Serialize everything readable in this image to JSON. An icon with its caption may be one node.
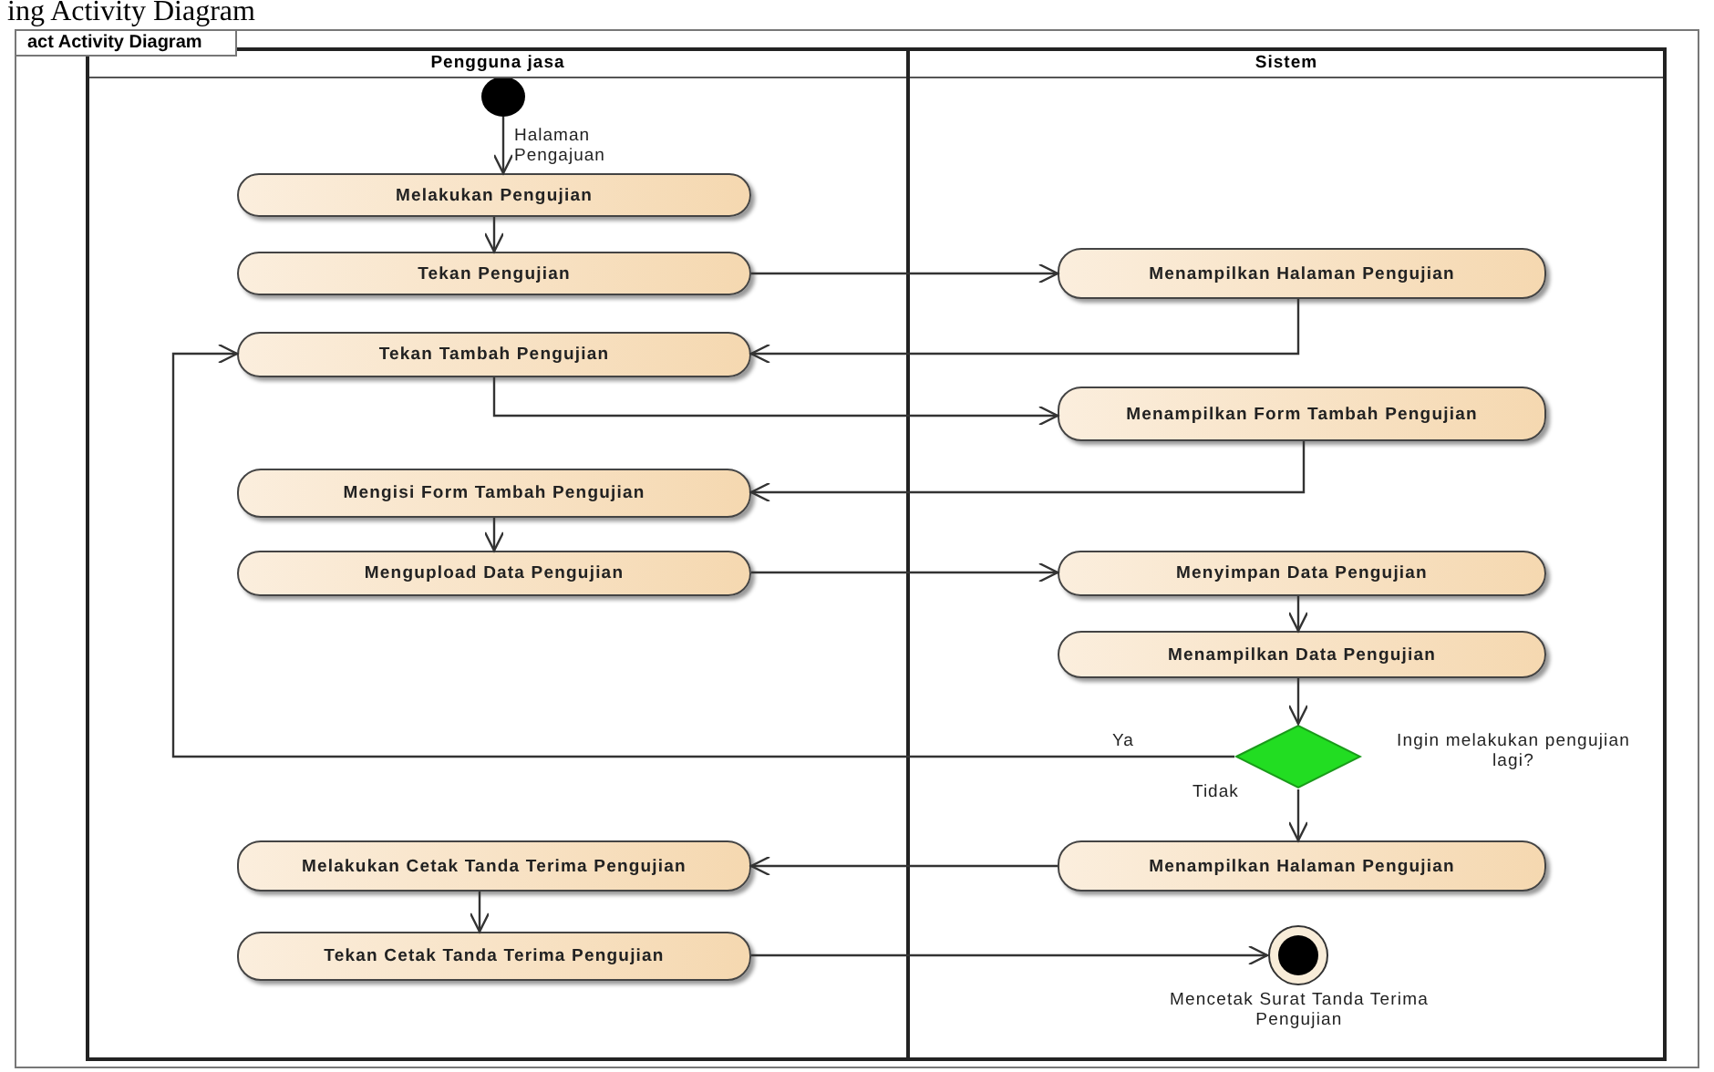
{
  "diagram": {
    "title": "ing Activity Diagram",
    "nodes": [
      {
        "text": [
          "act Activity Diagram"
        ]
      },
      {
        "text": [
          "Pengguna jasa"
        ],
        "in": 0
      },
      {
        "text": [
          "Sistem"
        ],
        "in": 0
      },
      {
        "text": [],
        "shape": "circle",
        "in": 1
      },
      {
        "text": [
          "Melakukan Pengujian"
        ],
        "in": 1
      },
      {
        "text": [
          "Tekan Pengujian"
        ],
        "in": 1
      },
      {
        "text": [
          "Tekan Tambah Pengujian"
        ],
        "in": 1
      },
      {
        "text": [
          "Mengisi Form Tambah Pengujian"
        ],
        "in": 1
      },
      {
        "text": [
          "Mengupload Data Pengujian"
        ],
        "in": 1
      },
      {
        "text": [
          "Melakukan Cetak Tanda Terima Pengujian"
        ],
        "in": 1
      },
      {
        "text": [
          "Tekan Cetak Tanda Terima Pengujian"
        ],
        "in": 1
      },
      {
        "text": [
          "Menampilkan Halaman Pengujian"
        ],
        "in": 2
      },
      {
        "text": [
          "Menampilkan Form Tambah Pengujian"
        ],
        "in": 2
      },
      {
        "text": [
          "Menyimpan Data Pengujian"
        ],
        "in": 2
      },
      {
        "text": [
          "Menampilkan Data Pengujian"
        ],
        "in": 2
      },
      {
        "text": [],
        "shape": "diamond",
        "in": 2,
        "beside": [
          "Ingin melakukan pengujian lagi?"
        ]
      },
      {
        "text": [
          "Menampilkan Halaman Pengujian"
        ],
        "in": 2
      },
      {
        "text": [],
        "shape": "circle",
        "in": 2,
        "beside": [
          "Mencetak Surat Tanda Terima Pengujian"
        ]
      }
    ],
    "edges": [
      {
        "from": 3,
        "to": 4,
        "arrow": "to",
        "label": "Halaman Pengajuan"
      },
      {
        "from": 4,
        "to": 5,
        "arrow": "to"
      },
      {
        "from": 5,
        "to": 11,
        "arrow": "to"
      },
      {
        "from": 11,
        "to": 6,
        "arrow": "to"
      },
      {
        "from": 6,
        "to": 12,
        "arrow": "to"
      },
      {
        "from": 12,
        "to": 7,
        "arrow": "to"
      },
      {
        "from": 7,
        "to": 8,
        "arrow": "to"
      },
      {
        "from": 8,
        "to": 13,
        "arrow": "to"
      },
      {
        "from": 13,
        "to": 14,
        "arrow": "to"
      },
      {
        "from": 14,
        "to": 15,
        "arrow": "to"
      },
      {
        "from": 15,
        "to": 6,
        "arrow": "to",
        "label": "Ya"
      },
      {
        "from": 15,
        "to": 16,
        "arrow": "to",
        "label": "Tidak"
      },
      {
        "from": 16,
        "to": 9,
        "arrow": "to"
      },
      {
        "from": 9,
        "to": 10,
        "arrow": "to"
      },
      {
        "from": 10,
        "to": 17,
        "arrow": "to"
      }
    ]
  }
}
